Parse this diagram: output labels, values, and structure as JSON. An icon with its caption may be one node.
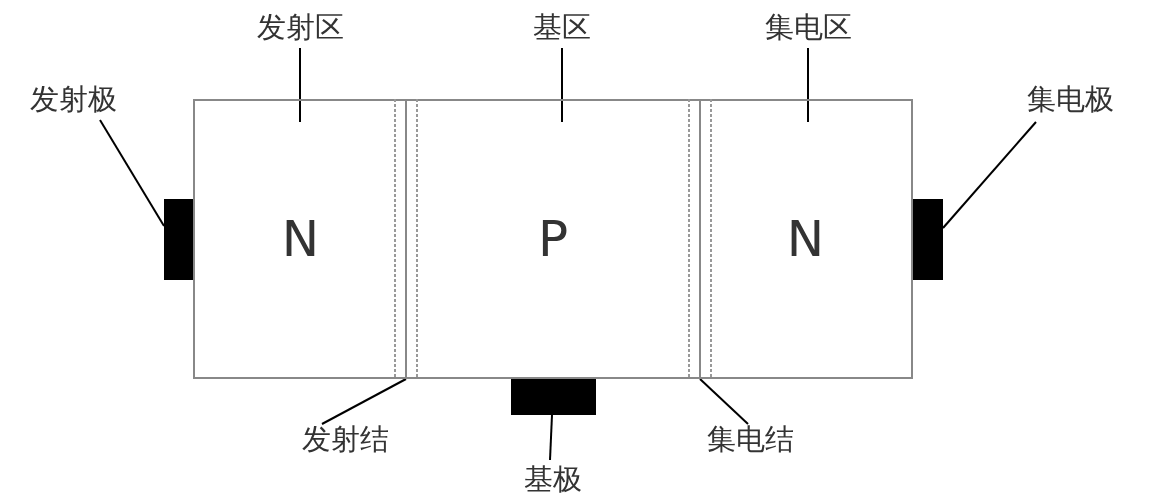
{
  "diagram": {
    "nodes": [
      {
        "text": [
          "发射区"
        ]
      },
      {
        "text": [
          "N"
        ]
      },
      {
        "text": [
          "基区"
        ]
      },
      {
        "text": [
          "P"
        ]
      },
      {
        "text": [
          "集电区"
        ]
      },
      {
        "text": [
          "N"
        ]
      },
      {
        "text": [
          "发射极"
        ]
      },
      {
        "text": [],
        "shape": "bar"
      },
      {
        "text": [
          "集电极"
        ]
      },
      {
        "text": [],
        "shape": "bar"
      },
      {
        "text": [
          "发射结"
        ]
      },
      {
        "text": [],
        "shape": "box"
      },
      {
        "text": [
          "集电结"
        ]
      },
      {
        "text": [],
        "shape": "box"
      },
      {
        "text": [
          "基极"
        ]
      },
      {
        "text": [],
        "shape": "bar"
      }
    ],
    "edges": [
      {
        "from": 0,
        "to": 1,
        "arrow": "none"
      },
      {
        "from": 2,
        "to": 3,
        "arrow": "none"
      },
      {
        "from": 4,
        "to": 5,
        "arrow": "none"
      },
      {
        "from": 6,
        "to": 7,
        "arrow": "none"
      },
      {
        "from": 8,
        "to": 9,
        "arrow": "none"
      },
      {
        "from": 10,
        "to": 11,
        "arrow": "none"
      },
      {
        "from": 12,
        "to": 13,
        "arrow": "none"
      },
      {
        "from": 14,
        "to": 15,
        "arrow": "none"
      }
    ]
  }
}
